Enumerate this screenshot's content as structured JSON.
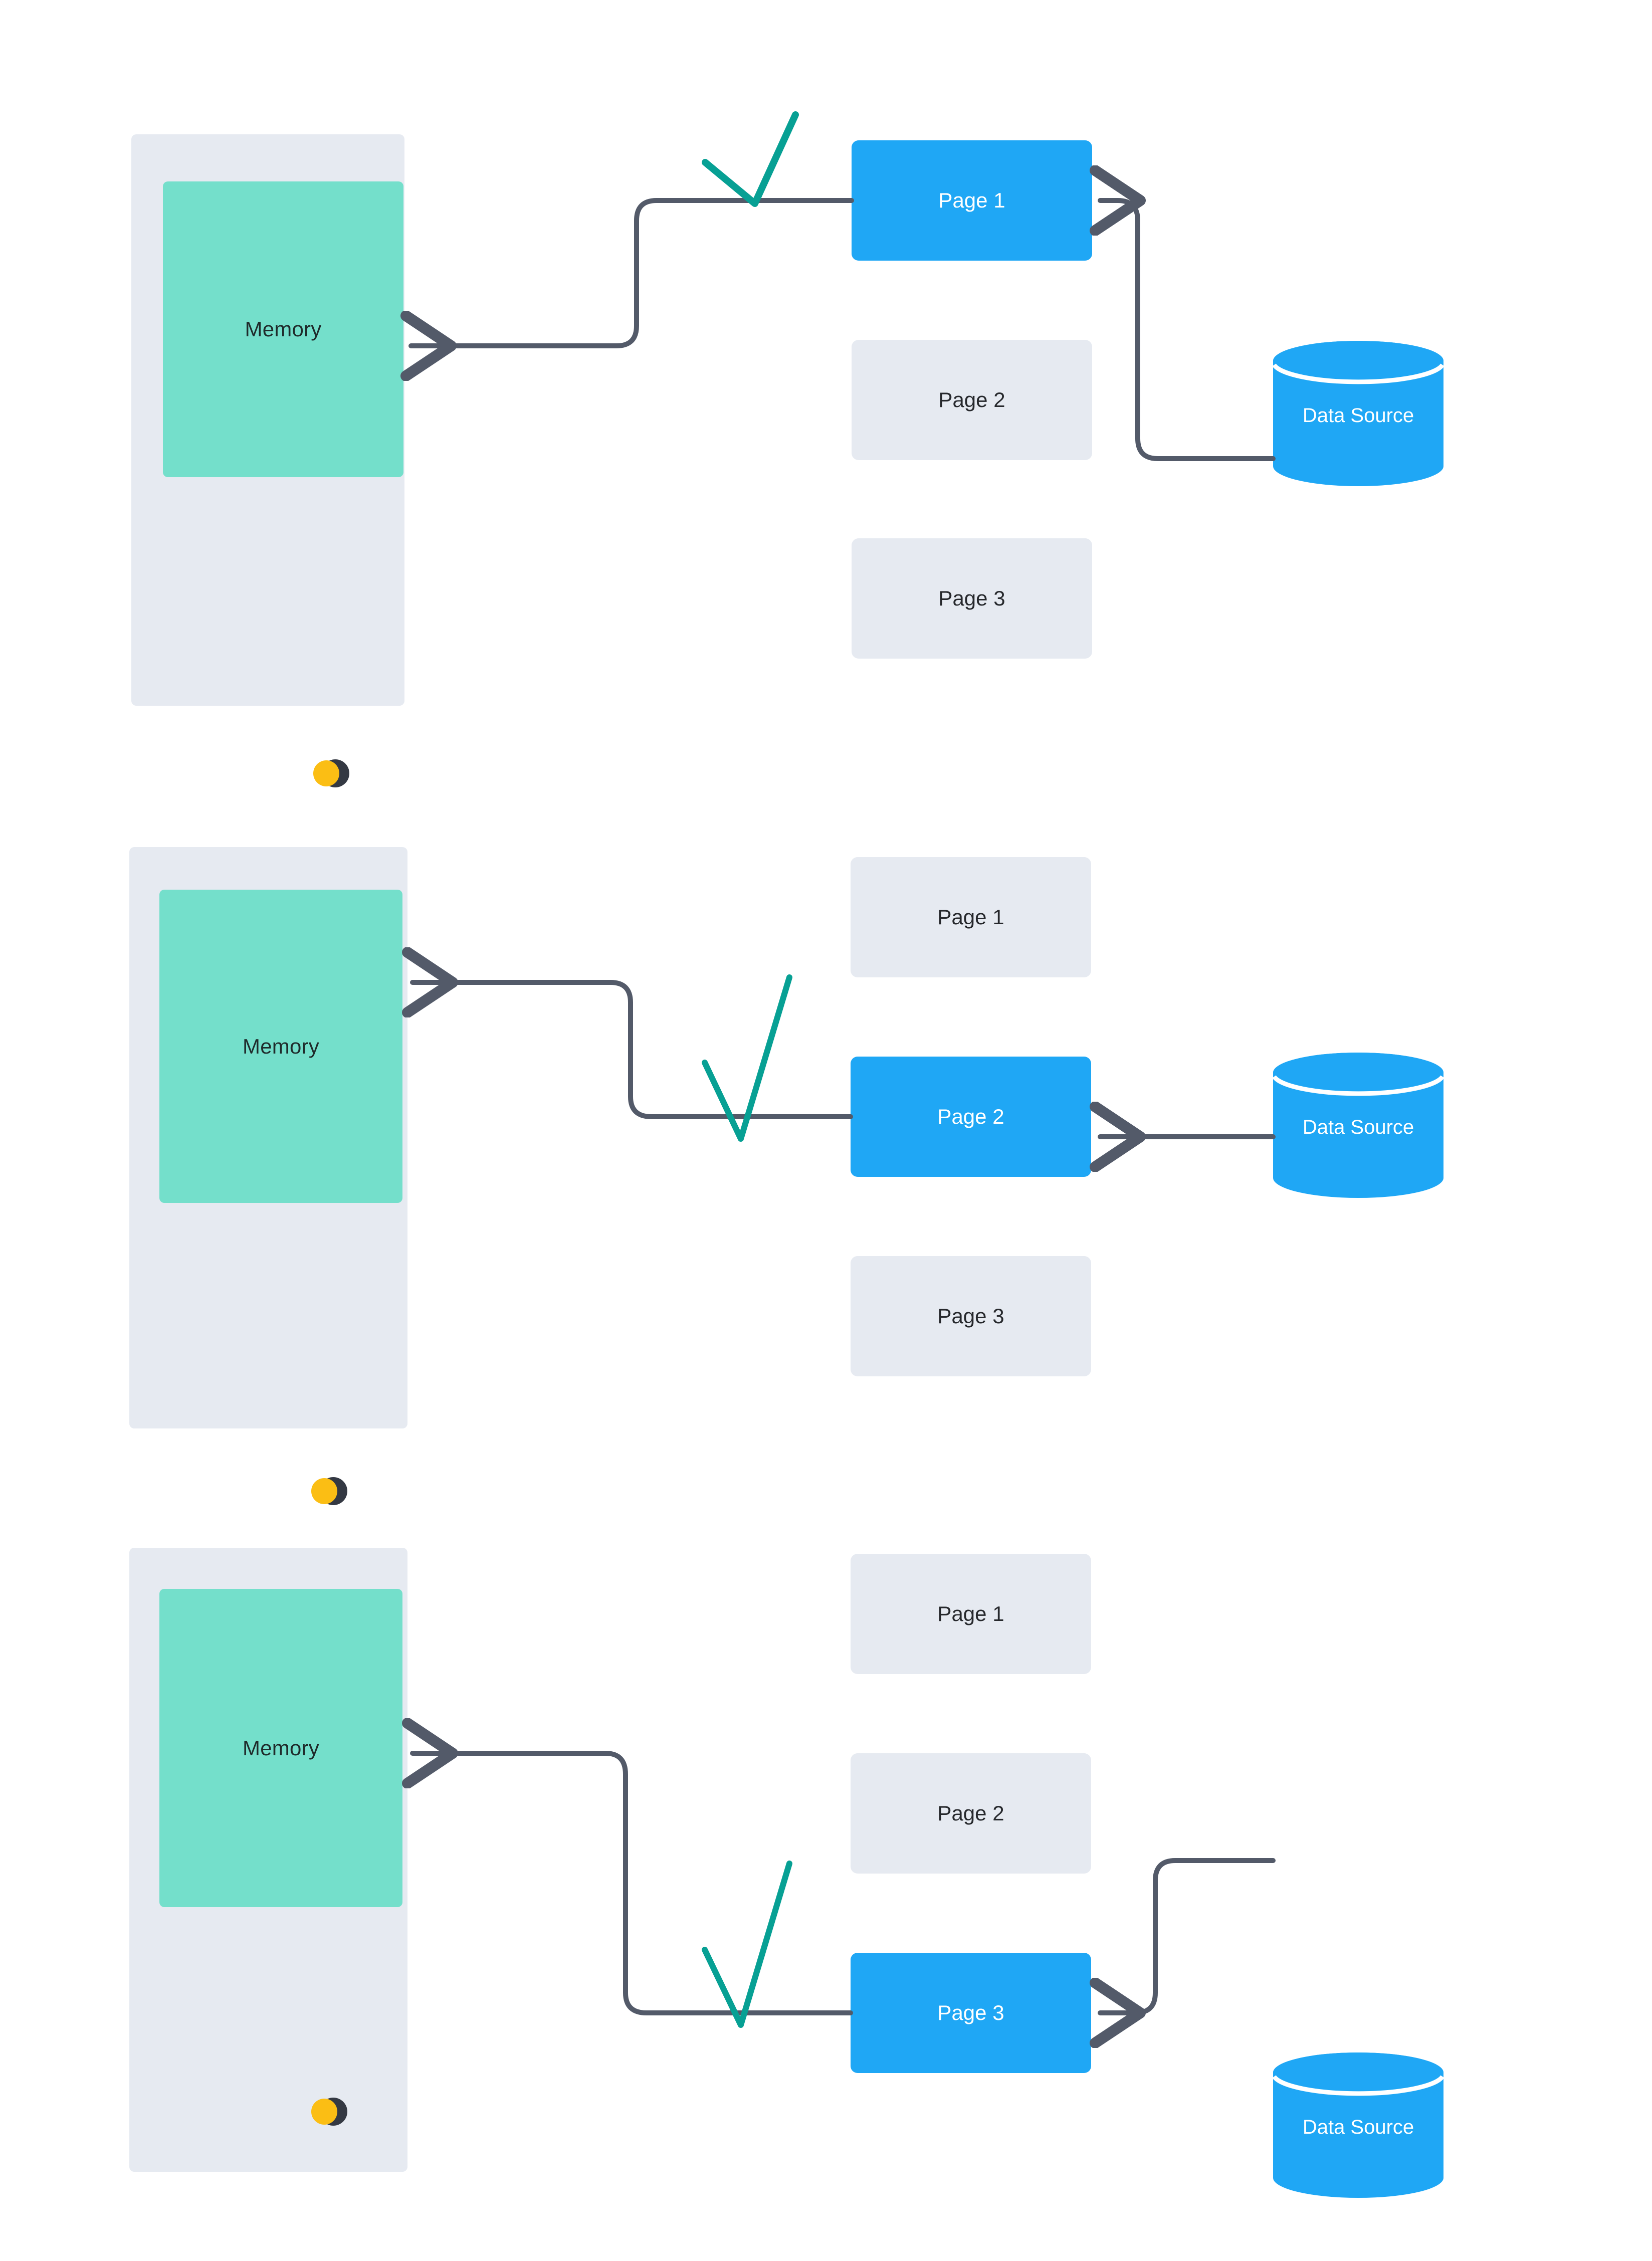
{
  "diagram": {
    "title_text": "",
    "colors": {
      "page_active": "#1FA7F5",
      "page_idle": "#E6EAF1",
      "memory_panel": "#E6EAF1",
      "memory_block": "#74DFCB",
      "datasource": "#1FA7F5",
      "connector": "#535a69",
      "check": "#07A094",
      "logo_teal": "#0FBFAE",
      "logo_yellow": "#FBBE14",
      "logo_dark": "#343943",
      "text_dark": "#26282C",
      "text_light": "#FFFFFF"
    },
    "labels": {
      "memory": "Memory",
      "data_source": "Data Source"
    },
    "icons": {
      "check": "check-mark-icon",
      "logo": "brand-logo-icon",
      "cylinder": "database-cylinder-icon",
      "arrow": "arrow-left-icon"
    },
    "panels": [
      {
        "id": "panel-1",
        "memory_label": "Memory",
        "data_source_label": "Data Source",
        "pages": [
          {
            "label": "Page 1",
            "active": true
          },
          {
            "label": "Page 2",
            "active": false
          },
          {
            "label": "Page 3",
            "active": false
          }
        ],
        "active_page": "Page 1",
        "check_visible": true
      },
      {
        "id": "panel-2",
        "memory_label": "Memory",
        "data_source_label": "Data Source",
        "pages": [
          {
            "label": "Page 1",
            "active": false
          },
          {
            "label": "Page 2",
            "active": true
          },
          {
            "label": "Page 3",
            "active": false
          }
        ],
        "active_page": "Page 2",
        "check_visible": true
      },
      {
        "id": "panel-3",
        "memory_label": "Memory",
        "data_source_label": "Data Source",
        "pages": [
          {
            "label": "Page 1",
            "active": false
          },
          {
            "label": "Page 2",
            "active": false
          },
          {
            "label": "Page 3",
            "active": true
          }
        ],
        "active_page": "Page 3",
        "check_visible": true
      }
    ]
  }
}
